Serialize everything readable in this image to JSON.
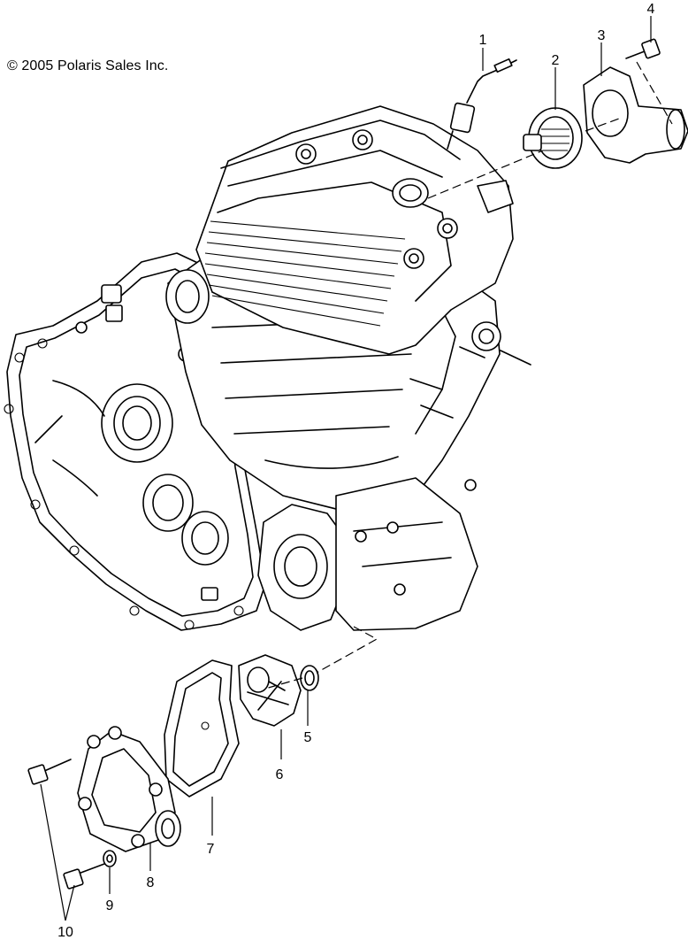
{
  "copyright": "© 2005 Polaris Sales Inc.",
  "callouts": {
    "c1": "1",
    "c2": "2",
    "c3": "3",
    "c4": "4",
    "c5": "5",
    "c6": "6",
    "c7": "7",
    "c8": "8",
    "c9": "9",
    "c10": "10"
  }
}
